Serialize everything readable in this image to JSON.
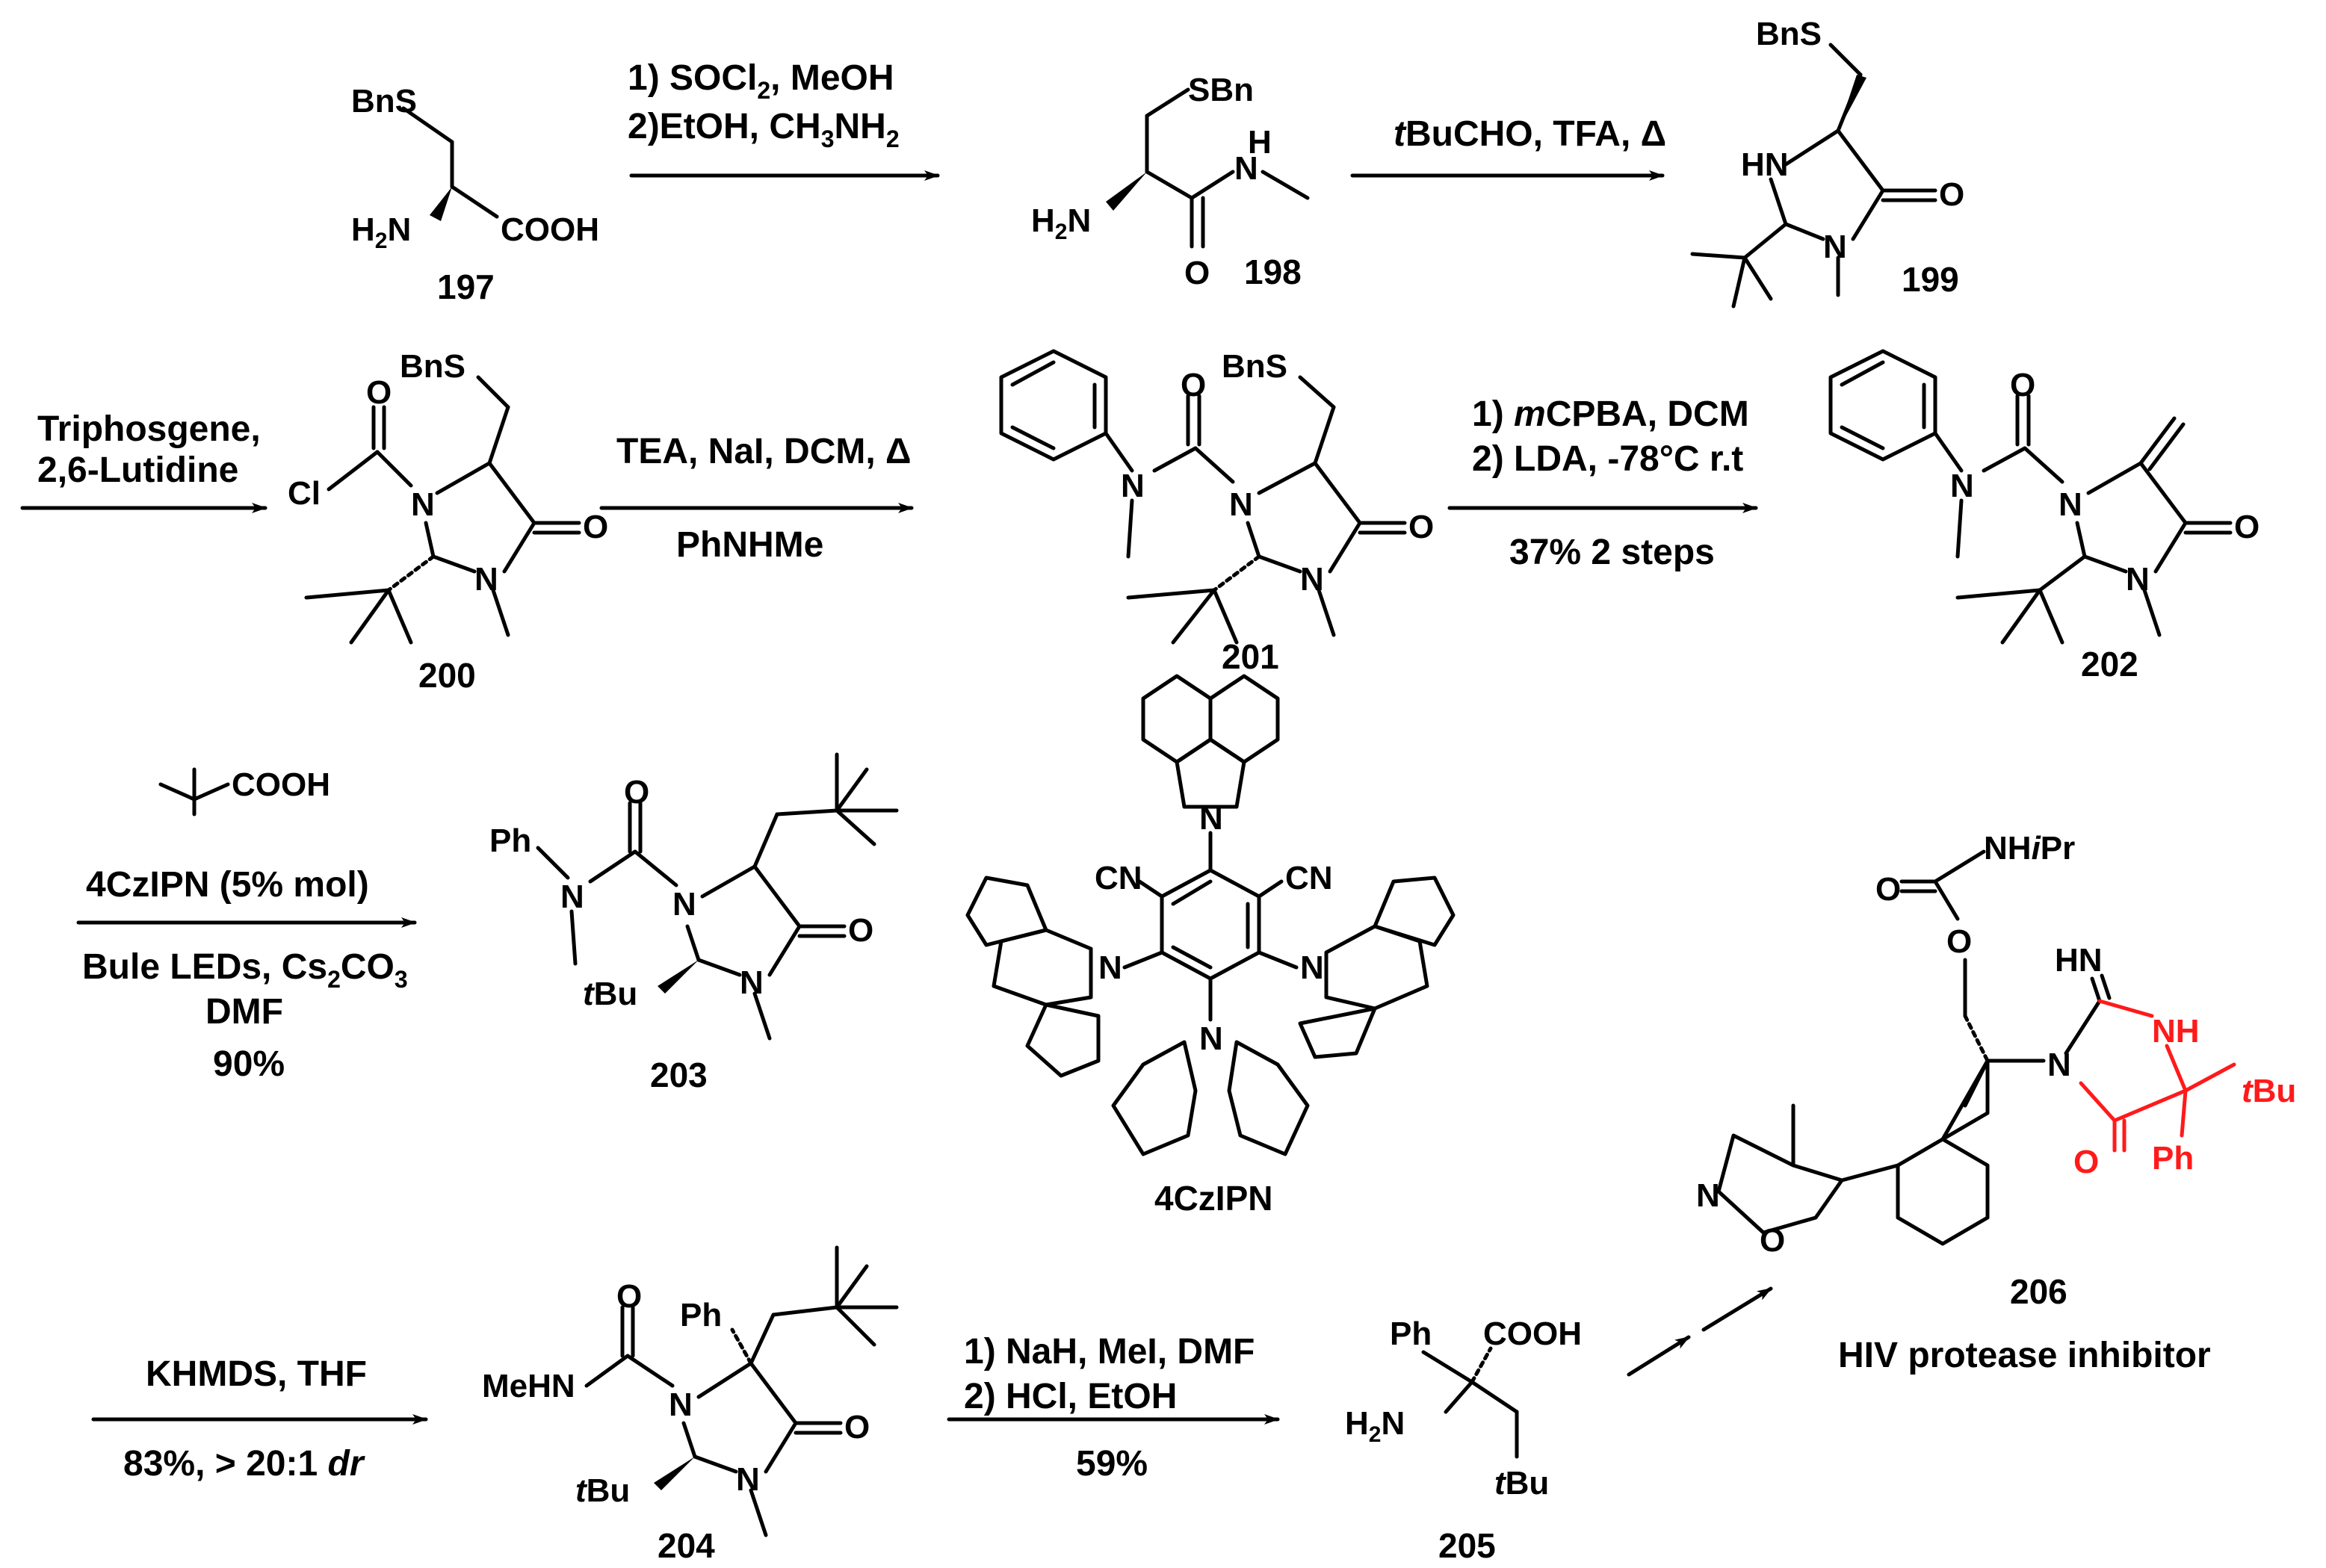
{
  "compounds": {
    "c197": "197",
    "c198": "198",
    "c199": "199",
    "c200": "200",
    "c201": "201",
    "c202": "202",
    "c203": "203",
    "c204": "204",
    "c205": "205",
    "c206": "206",
    "catalyst": "4CzIPN",
    "target": "HIV protease inhibitor"
  },
  "steps": {
    "s1": {
      "line1": "1) SOCl",
      "line1_sub": "2",
      "line1_end": ", MeOH",
      "line2": "2)EtOH, CH",
      "line2_sub": "3",
      "line2_end": "NH",
      "line2_sub2": "2"
    },
    "s2": {
      "line1_a": "t",
      "line1_b": "BuCHO, TFA, Δ"
    },
    "s3": {
      "line1": "Triphosgene,",
      "line2": "2,6-Lutidine"
    },
    "s4": {
      "line1": "TEA, NaI, DCM, Δ",
      "line2": "PhNHMe"
    },
    "s5": {
      "line1_a": "1) ",
      "line1_b": "m",
      "line1_c": "CPBA, DCM",
      "line2": "2) LDA, -78°C r.t",
      "line3": "37% 2 steps"
    },
    "s6": {
      "reagent": "COOH",
      "line1": "4CzIPN (5% mol)",
      "line2": "Bule LEDs, Cs",
      "line2_sub": "2",
      "line2_mid": "CO",
      "line2_sub2": "3",
      "line3": "DMF",
      "line4": "90%"
    },
    "s7": {
      "line1": "KHMDS, THF",
      "line2_a": "83%, > 20:1 ",
      "line2_b": "dr"
    },
    "s8": {
      "line1": "1) NaH, MeI, DMF",
      "line2": "2) HCl, EtOH",
      "line3": "59%"
    }
  },
  "atoms": {
    "BnS": "BnS",
    "SBn": "SBn",
    "H2N_a": "H",
    "H2N_sub": "2",
    "H2N_b": "N",
    "COOH": "COOH",
    "H": "H",
    "N": "N",
    "O": "O",
    "HN": "HN",
    "Cl": "Cl",
    "Ph": "Ph",
    "tBu_t": "t",
    "tBu_b": "Bu",
    "MeHN": "MeHN",
    "CN": "CN",
    "NHiPr_a": "NH",
    "NHiPr_i": "i",
    "NHiPr_b": "Pr",
    "HN_imine": "HN",
    "NH": "NH"
  }
}
